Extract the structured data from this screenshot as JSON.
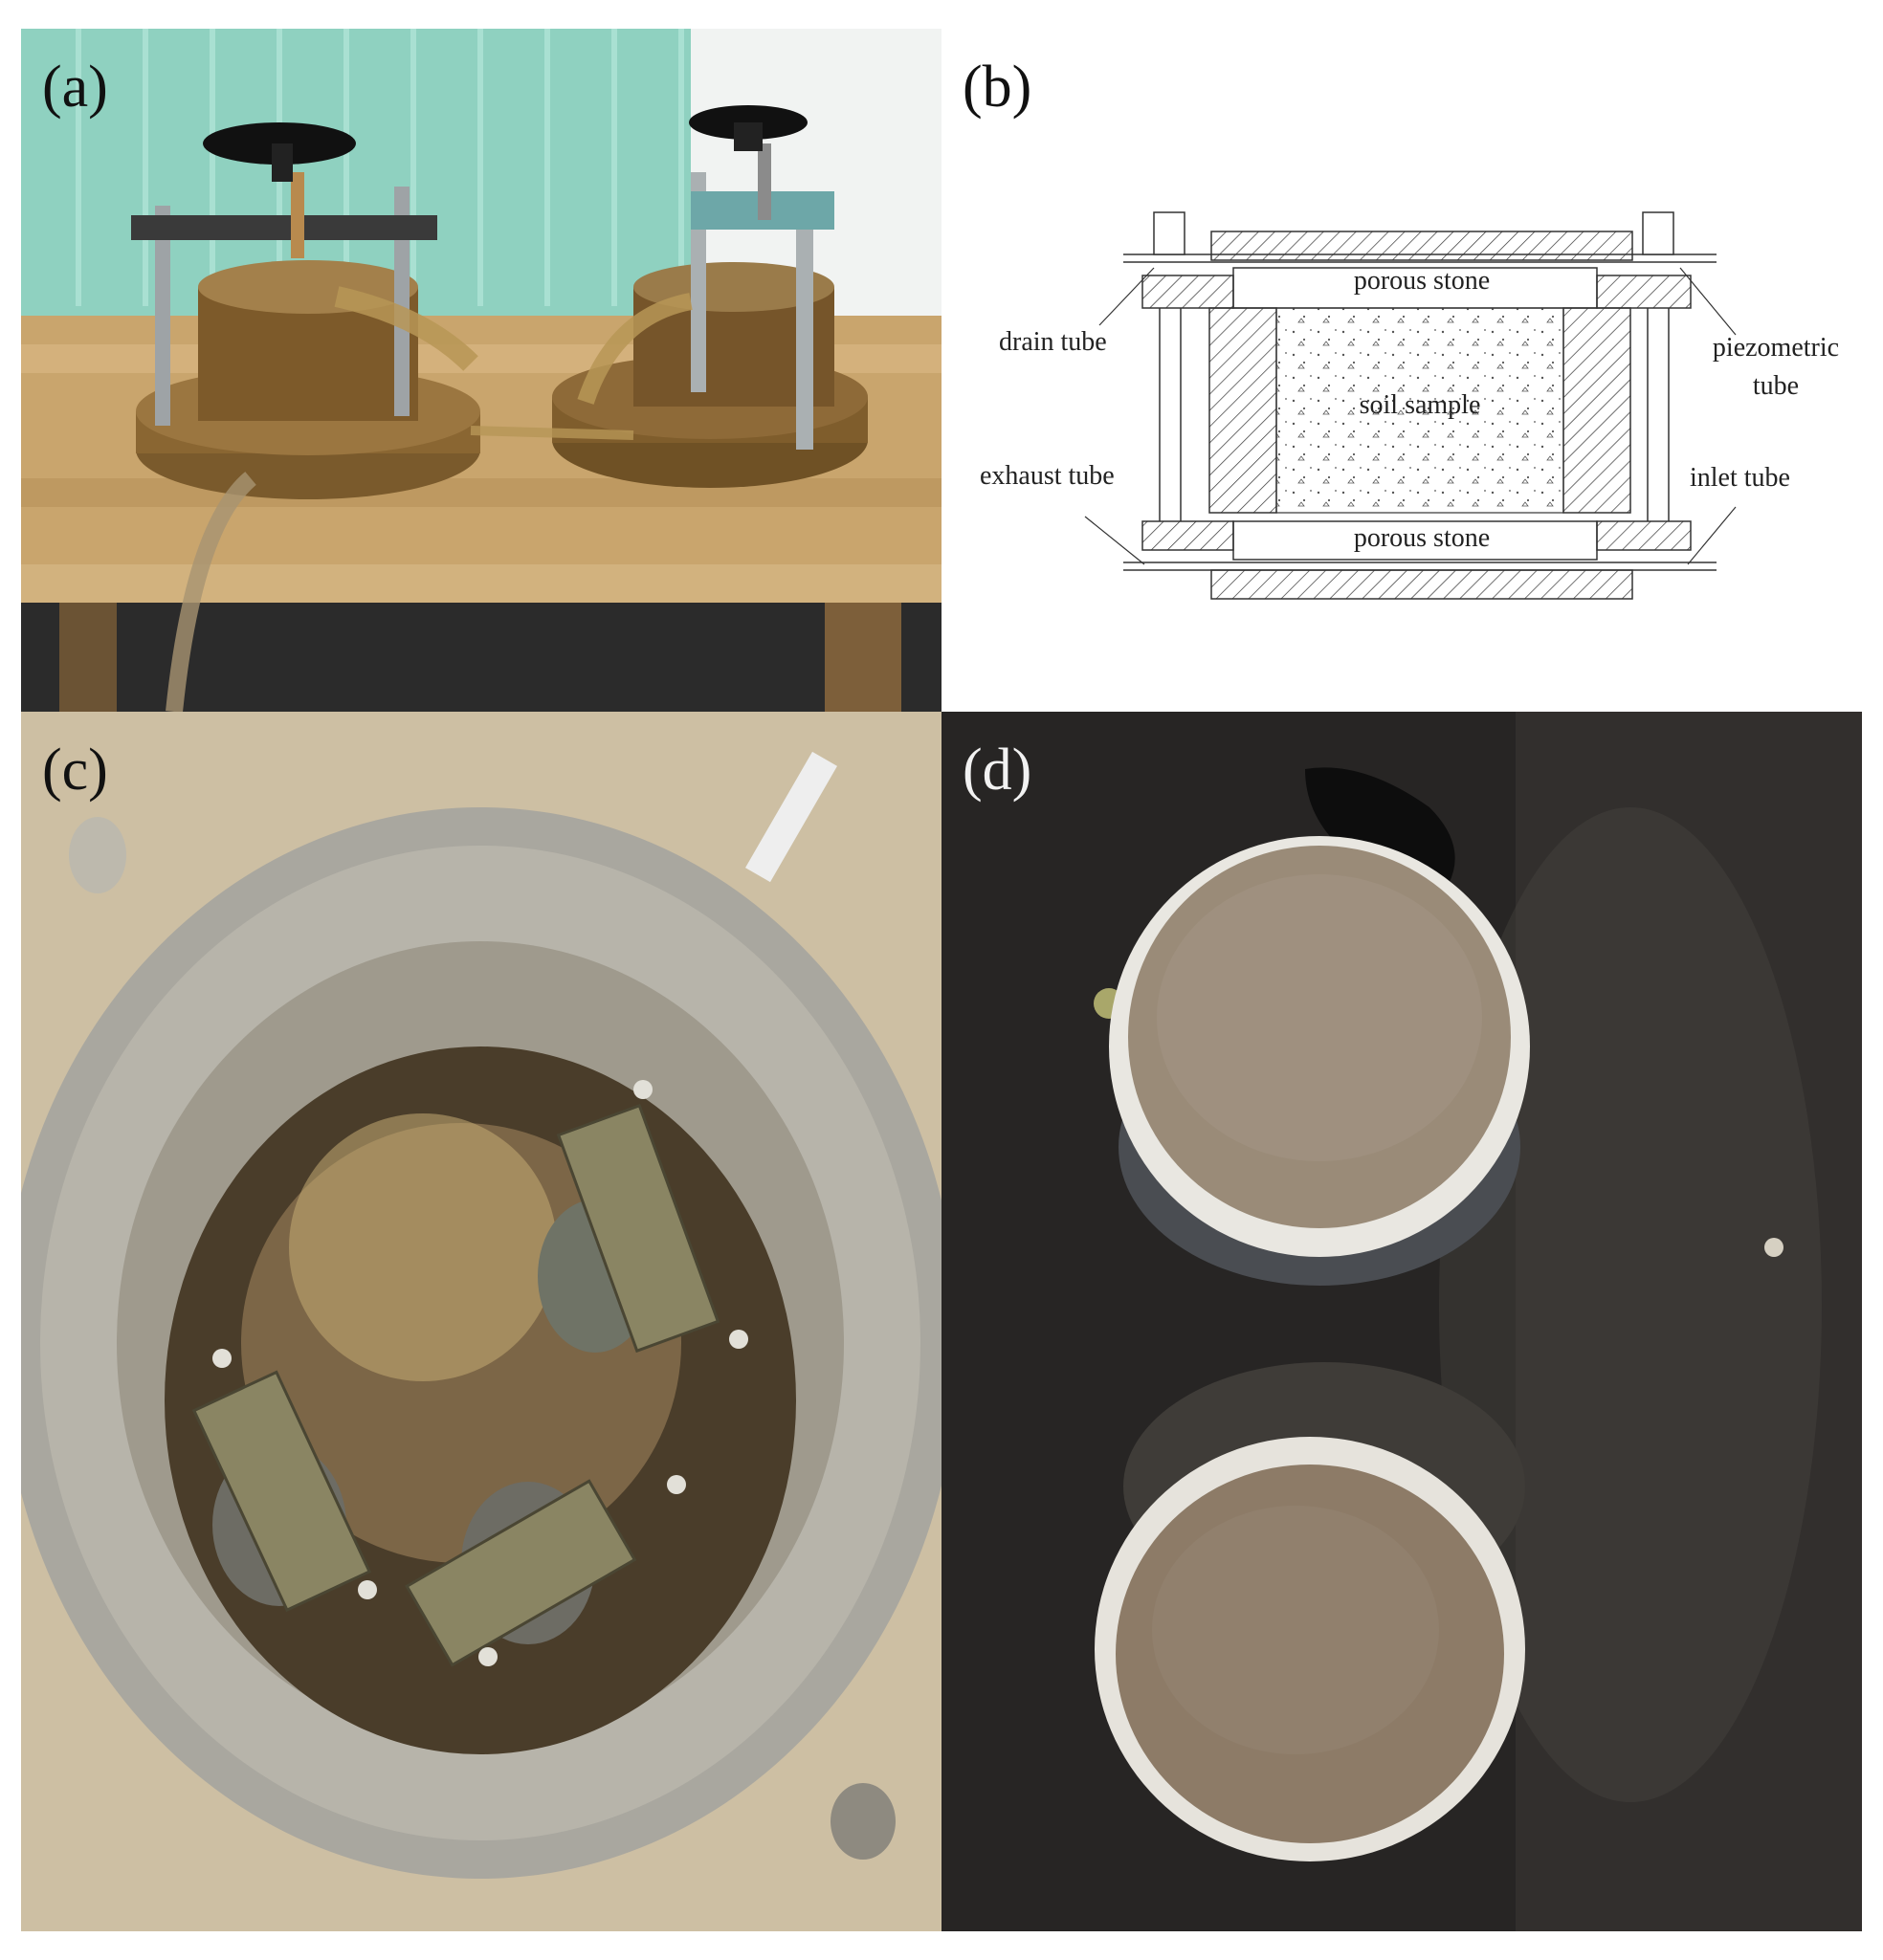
{
  "panels": {
    "a": {
      "label": "(a)"
    },
    "b": {
      "label": "(b)",
      "diagram": {
        "top_stone": "porous stone",
        "bottom_stone": "porous stone",
        "sample": "soil sample",
        "drain_tube": "drain tube",
        "exhaust_tube": "exhaust tube",
        "piezometric_line1": "piezometric",
        "piezometric_line2": "tube",
        "inlet_tube": "inlet tube"
      }
    },
    "c": {
      "label": "(c)"
    },
    "d": {
      "label": "(d)"
    }
  }
}
